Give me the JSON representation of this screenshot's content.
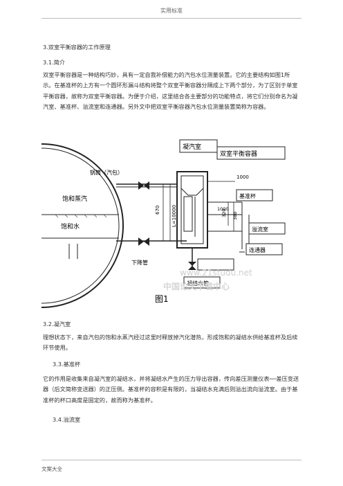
{
  "header": {
    "title": "实用标准"
  },
  "sections": {
    "s3": "3.双室平衡容器的工作原理",
    "s31": "3.1.简介",
    "s31_text": "双室平衡容器是一种结构巧妙，具有一定自我补偿能力的汽包水位测量装置。它的主要结构如图1所示。在基准杯的上方有一个圆环形漏斗结构将整个双室平衡容器分隔成上下两个部分，为了区别于单室平衡容器，故称为双室平衡容器。为便于介绍，这里结合各主要部分的功能特点，将它们分别命名为凝汽室、基准杯、溢流室和连通器。另外文中把双室平衡容器汽包水位测量装置简称为容器。",
    "s32": "3.2.凝汽室",
    "s32_text": "理想状态下，来自汽包的饱和水蒸汽经过这里时释放掉汽化潜热，形成饱和的凝结水供给基准杯及后续环节使用。",
    "s33": "3.3.基准杯",
    "s33_text": "它的作用是收集来自凝汽室的凝结水，并将凝结水产生的压力导出容器，传向差压测量仪表──差压变送器（后文简称变送器）的正压侧。基准杯的容积是有限的，当凝结水充满后则溢出流向溢流室。由于基准杯的杯口高度是固定的，故而称为基准杯。",
    "s34": "3.4.溢流室"
  },
  "figure": {
    "caption": "图1",
    "labels": {
      "drum": "锅筒（汽包）",
      "steam": "饱和蒸汽",
      "water": "饱和水",
      "condenser": "凝汽室",
      "container": "双室平衡容器",
      "ref_cup": "基准杯",
      "overflow": "溢流室",
      "connector": "连通器",
      "downcomer": "下降管",
      "cond_pipe": "凝结水管",
      "watermark": "www.21studu.net",
      "watermark2": "中国论文下载中心"
    },
    "dims": {
      "d1000": "1000",
      "d670": "670",
      "dL10000": "L=10000",
      "d320": "320",
      "d380": "380",
      "d1000b": "1000"
    }
  },
  "footer": {
    "text": "文案大全"
  }
}
